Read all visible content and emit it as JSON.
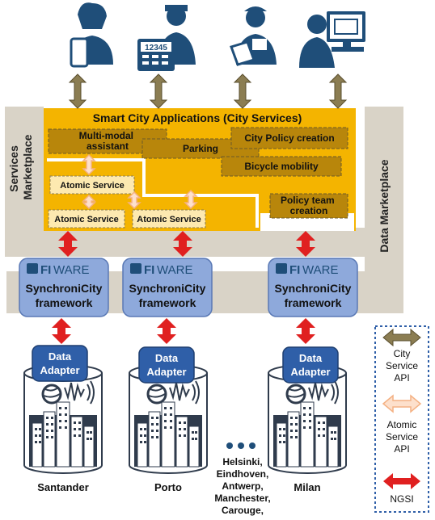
{
  "titles": {
    "smart_city_apps": "Smart City Applications (City Services)",
    "services_marketplace_line1": "Services",
    "services_marketplace_line2": "Marketplace",
    "data_marketplace": "Data Marketplace"
  },
  "apps": {
    "multimodal_line1": "Multi-modal",
    "multimodal_line2": "assistant",
    "parking": "Parking",
    "city_policy": "City Policy creation",
    "bicycle": "Bicycle mobility",
    "policy_team_line1": "Policy team",
    "policy_team_line2": "creation"
  },
  "atomic": {
    "top": "Atomic Service",
    "bottom_left": "Atomic Service",
    "bottom_right": "Atomic Service"
  },
  "framework": {
    "logo_left": "FI",
    "logo_right": "WARE",
    "line1": "SynchroniCity",
    "line2": "framework"
  },
  "adapter": {
    "line1": "Data",
    "line2": "Adapter"
  },
  "device_display": "12345",
  "cities": {
    "santander": "Santander",
    "porto": "Porto",
    "milan": "Milan",
    "others": [
      "Helsinki,",
      "Eindhoven,",
      "Antwerp,",
      "Manchester,",
      "Carouge,"
    ]
  },
  "legend": {
    "city_api": [
      "City",
      "Service",
      "API"
    ],
    "atomic_api": [
      "Atomic",
      "Service",
      "API"
    ],
    "ngsi": "NGSI"
  },
  "colors": {
    "apps_fill": "#f4b400",
    "dark_gold": "#b8860b",
    "light_box": "#fde9b0",
    "marketplace": "#d9d3c7",
    "framework_fill": "#8ea9db",
    "adapter_fill": "#2f5fa8",
    "arrow_red": "#e02020",
    "arrow_olive": "#8b7d52",
    "arrow_orange": "#f4b183",
    "person_blue": "#1f4e79"
  }
}
